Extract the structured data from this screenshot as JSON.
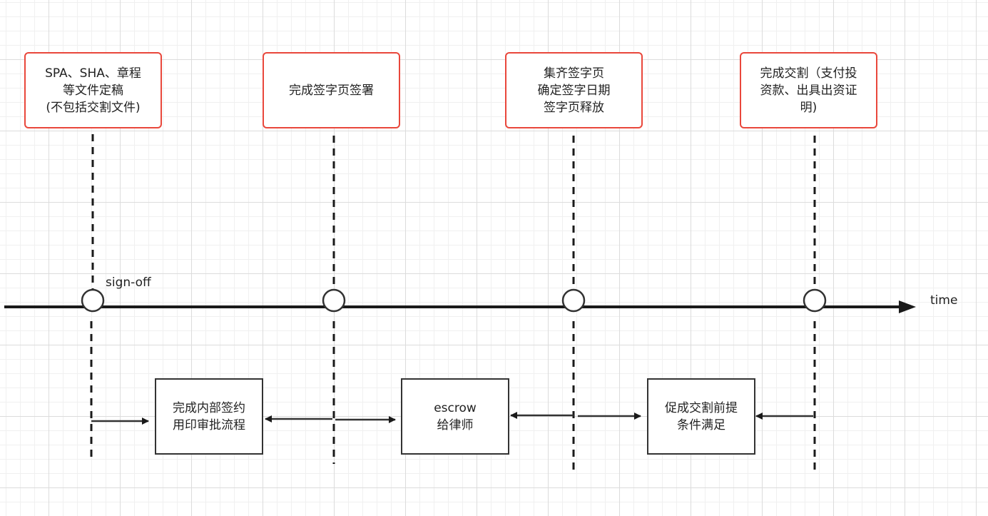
{
  "top_boxes": [
    {
      "text": "SPA、SHA、章程\n等文件定稿\n(不包括交割文件)"
    },
    {
      "text": "完成签字页签署"
    },
    {
      "text": "集齐签字页\n确定签字日期\n签字页释放"
    },
    {
      "text": "完成交割（支付投\n资款、出具出资证\n明)"
    }
  ],
  "bottom_boxes": [
    {
      "text": "完成内部签约\n用印审批流程"
    },
    {
      "text": "escrow\n给律师"
    },
    {
      "text": "促成交割前提\n条件满足"
    }
  ],
  "labels": {
    "sign_off": "sign-off",
    "axis": "time"
  },
  "colors": {
    "milestone_border": "#e9473b",
    "step_border": "#333333",
    "line": "#1a1a1a"
  }
}
